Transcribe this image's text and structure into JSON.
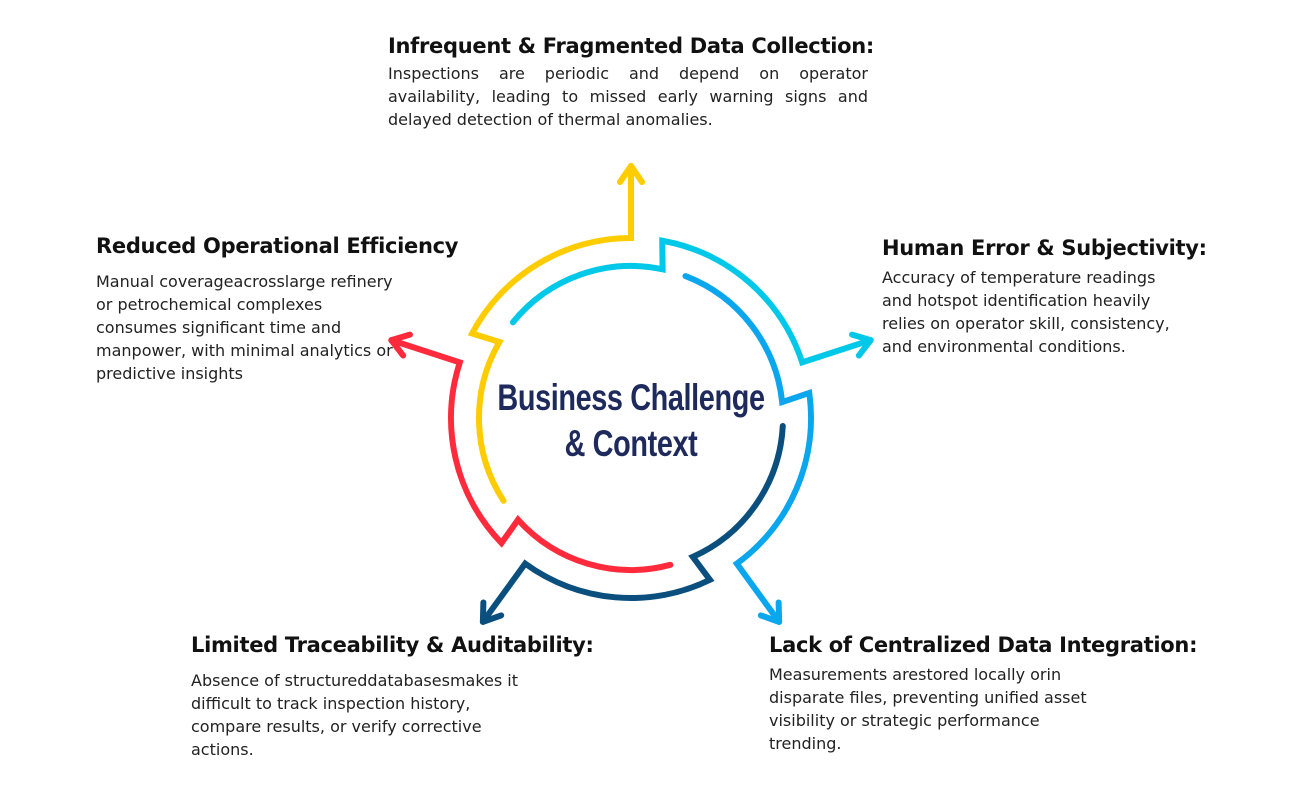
{
  "center": {
    "line1": "Business Challenge",
    "line2": "& Context"
  },
  "colors": {
    "yellow": "#FFCC00",
    "cyan": "#00C8E8",
    "blue": "#0AA6EE",
    "navy": "#0B4F7E",
    "red": "#FF2A3C",
    "title": "#1F2A5C"
  },
  "challenges": [
    {
      "title": "Infrequent & Fragmented Data Collection:",
      "body": "Inspections are periodic and depend on operator availability, leading to missed early warning signs and delayed detection of thermal anomalies."
    },
    {
      "title": "Human Error & Subjectivity:",
      "body": "Accuracy of temperature readings and hotspot identification heavily relies on operator skill, consistency, and environmental conditions."
    },
    {
      "title": "Lack of Centralized Data Integration:",
      "body": "Measurements arestored locally orin disparate files, preventing unified asset visibility or strategic performance trending."
    },
    {
      "title": "Limited Traceability & Auditability:",
      "body": "Absence of structureddatabasesmakes it difficult to track inspection history, compare results, or verify corrective actions."
    },
    {
      "title": "Reduced Operational Efficiency",
      "body": "Manual coverageacrosslarge refinery or petrochemical complexes consumes significant time and manpower, with minimal analytics or predictive insights"
    }
  ]
}
